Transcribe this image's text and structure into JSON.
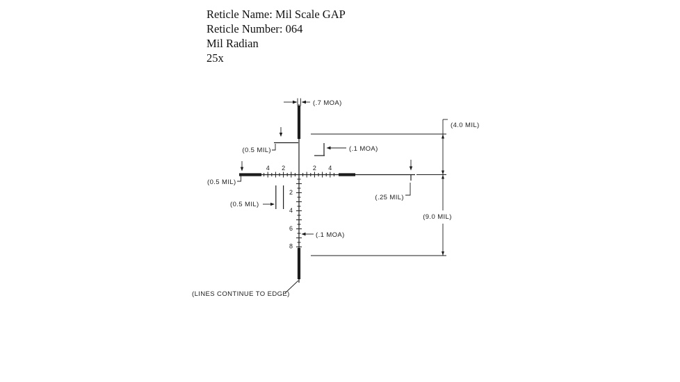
{
  "header": {
    "name_line": "Reticle Name: Mil Scale GAP",
    "number_line": "Reticle Number: 064",
    "unit_line": "Mil Radian",
    "magnification_line": "25x"
  },
  "diagram": {
    "annotations": {
      "post_width_moa": "(.7 MOA)",
      "mil_4": "(4.0 MIL)",
      "mil_9": "(9.0 MIL)",
      "mil_05_top": "(0.5 MIL)",
      "mil_05_left": "(0.5 MIL)",
      "mil_05_lower": "(0.5 MIL)",
      "mil_25": "(.25 MIL)",
      "moa_01_upper": "(.1 MOA)",
      "moa_01_lower": "(.1 MOA)",
      "lines_continue": "(LINES CONTINUE TO EDGE)"
    },
    "h_numbers_left": [
      "4",
      "2"
    ],
    "h_numbers_right": [
      "2",
      "4"
    ],
    "v_numbers": [
      "2",
      "4",
      "6",
      "8"
    ],
    "colors": {
      "line": "#1c1c1c",
      "text": "#1c1c1c",
      "background": "#ffffff"
    }
  }
}
